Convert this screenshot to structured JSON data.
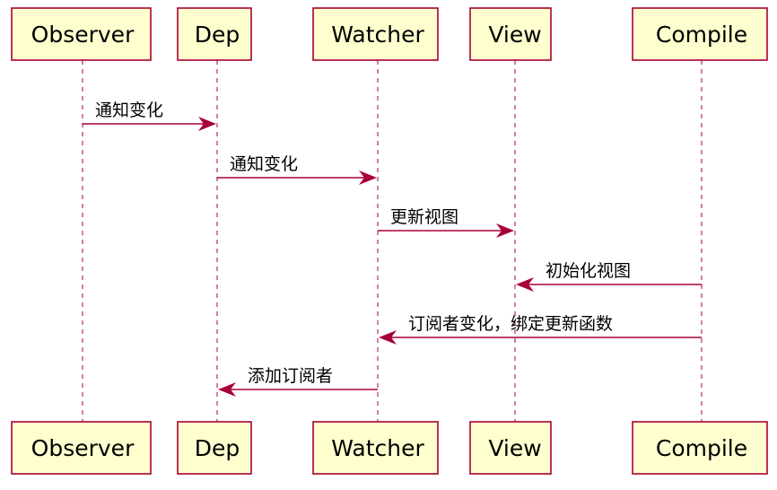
{
  "participants": [
    {
      "id": "observer",
      "label": "Observer"
    },
    {
      "id": "dep",
      "label": "Dep"
    },
    {
      "id": "watcher",
      "label": "Watcher"
    },
    {
      "id": "view",
      "label": "View"
    },
    {
      "id": "compile",
      "label": "Compile"
    }
  ],
  "messages": [
    {
      "from": "observer",
      "to": "dep",
      "label": "通知变化"
    },
    {
      "from": "dep",
      "to": "watcher",
      "label": "通知变化"
    },
    {
      "from": "watcher",
      "to": "view",
      "label": "更新视图"
    },
    {
      "from": "compile",
      "to": "view",
      "label": "初始化视图"
    },
    {
      "from": "compile",
      "to": "watcher",
      "label": "订阅者变化，绑定更新函数"
    },
    {
      "from": "watcher",
      "to": "dep",
      "label": "添加订阅者"
    }
  ],
  "colors": {
    "border": "#A80036",
    "box_fill": "#FEFECE"
  }
}
